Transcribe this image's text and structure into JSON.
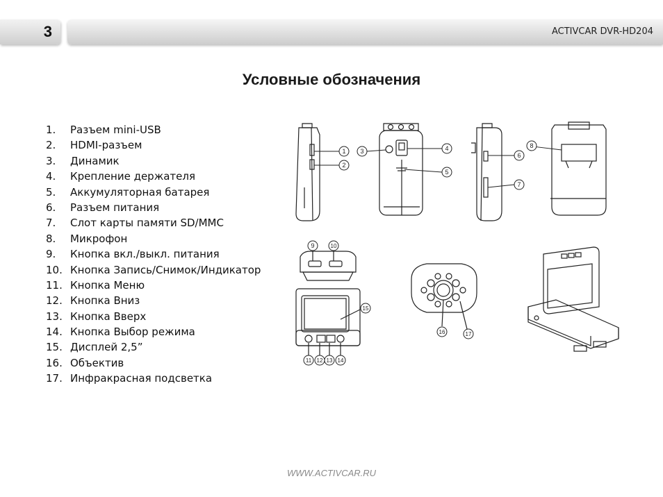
{
  "header": {
    "page_number": "3",
    "product": "ACTIVCAR DVR-HD204"
  },
  "title": "Условные обозначения",
  "legend": [
    {
      "num": "1.",
      "label": "Разъем mini-USB"
    },
    {
      "num": "2.",
      "label": "HDMI-разъем"
    },
    {
      "num": "3.",
      "label": "Динамик"
    },
    {
      "num": "4.",
      "label": "Крепление держателя"
    },
    {
      "num": "5.",
      "label": "Аккумуляторная батарея"
    },
    {
      "num": "6.",
      "label": "Разъем питания"
    },
    {
      "num": "7.",
      "label": "Слот карты памяти SD/MMC"
    },
    {
      "num": "8.",
      "label": "Микрофон"
    },
    {
      "num": "9.",
      "label": "Кнопка вкл./выкл. питания"
    },
    {
      "num": "10.",
      "label": "Кнопка Запись/Снимок/Индикатор"
    },
    {
      "num": "11.",
      "label": "Кнопка Меню"
    },
    {
      "num": "12.",
      "label": "Кнопка Вниз"
    },
    {
      "num": "13.",
      "label": "Кнопка Вверх"
    },
    {
      "num": "14.",
      "label": "Кнопка Выбор режима"
    },
    {
      "num": "15.",
      "label": "Дисплей 2,5”"
    },
    {
      "num": "16.",
      "label": "Объектив"
    },
    {
      "num": "17.",
      "label": "Инфракрасная подсветка"
    }
  ],
  "callouts": [
    "1",
    "2",
    "3",
    "4",
    "5",
    "6",
    "7",
    "8",
    "9",
    "10",
    "11",
    "12",
    "13",
    "14",
    "15",
    "16",
    "17"
  ],
  "footer": {
    "url": "WWW.ACTIVCAR.RU"
  }
}
